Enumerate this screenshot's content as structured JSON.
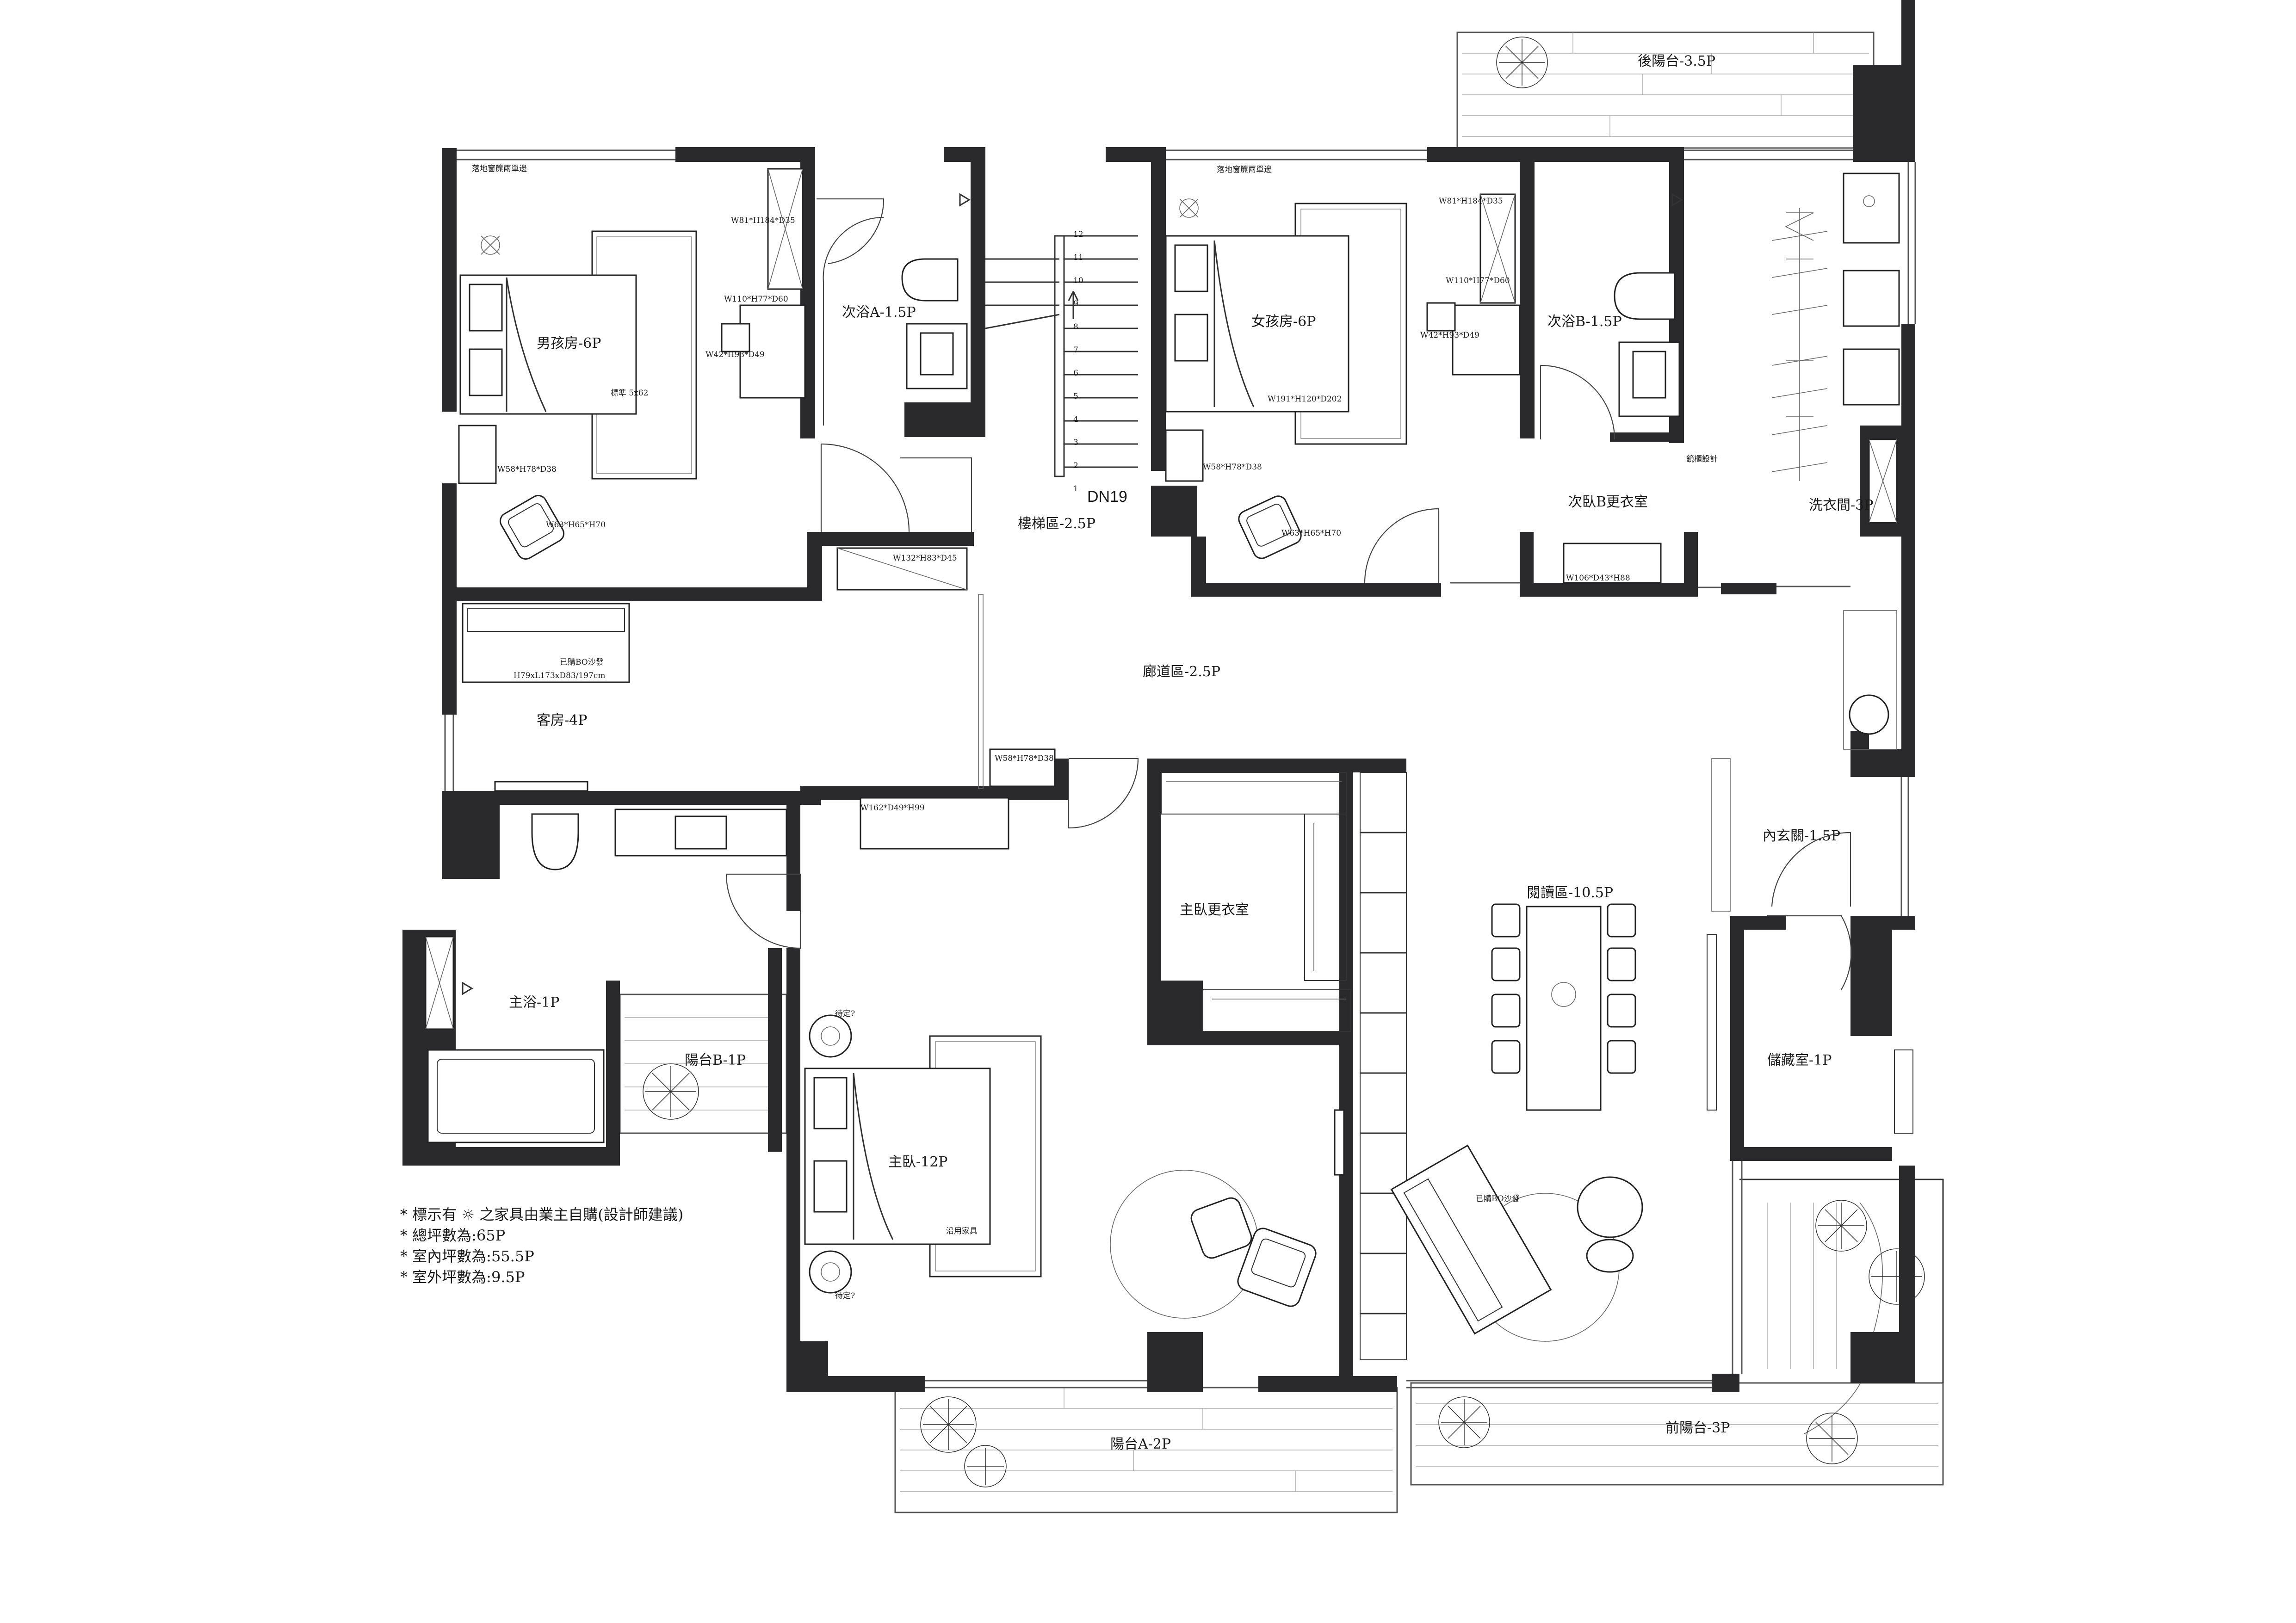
{
  "rooms": {
    "back_balcony": "後陽台-3.5P",
    "boy_room": "男孩房-6P",
    "bath_a": "次浴A-1.5P",
    "girl_room": "女孩房-6P",
    "bath_b": "次浴B-1.5P",
    "stair_area": "樓梯區-2.5P",
    "wardrobe_b": "次臥B更衣室",
    "laundry": "洗衣間-3P",
    "corridor": "廊道區-2.5P",
    "guest_room": "客房-4P",
    "inner_entry": "內玄關-1.5P",
    "master_closet": "主臥更衣室",
    "reading": "閱讀區-10.5P",
    "master_bath": "主浴-1P",
    "balcony_b": "陽台B-1P",
    "storage": "儲藏室-1P",
    "master": "主臥-12P",
    "balcony_a": "陽台A-2P",
    "front_balcony": "前陽台-3P"
  },
  "labels": {
    "window_boy": "落地窗簾兩單邊",
    "window_girl": "落地窗簾兩單邊",
    "stair_dn": "DN19",
    "boy_desk": "W110*H77*D60",
    "boy_cabinet": "W81*H184*D35",
    "boy_chair": "W42*H93*D49",
    "boy_side": "W58*H78*D38",
    "boy_armchair": "W63*H65*H70",
    "boy_rug": "標準 5x62",
    "girl_cabinet": "W81*H184*D35",
    "girl_desk": "W110*H77*D60",
    "girl_chair": "W42*H93*D49",
    "girl_bed": "W191*H120*D202",
    "girl_side": "W58*H78*D38",
    "girl_armchair": "W63*H65*H70",
    "girl_note": "鏡櫃設計",
    "wardrobe_b_unit": "W106*D43*H88",
    "guest_cabinet": "W132*H83*D45",
    "guest_sofa": "已購BO沙發",
    "guest_sofa_size": "H79xL173xD83/197cm",
    "corridor_cabinet": "W58*H78*D38",
    "master_cabinet": "W162*D49*H99",
    "master_side_top": "待定?",
    "master_side_bottom": "待定?",
    "master_bed_note": "沿用家具",
    "reading_sofa": "已購BO沙發"
  },
  "notes": [
    "* 標示有 ☼ 之家具由業主自購(設計師建議)",
    "* 總坪數為:65P",
    "* 室內坪數為:55.5P",
    "* 室外坪數為:9.5P"
  ],
  "stair_numbers": [
    "12",
    "11",
    "10",
    "9",
    "8",
    "7",
    "6",
    "5",
    "4",
    "3",
    "2",
    "1"
  ]
}
